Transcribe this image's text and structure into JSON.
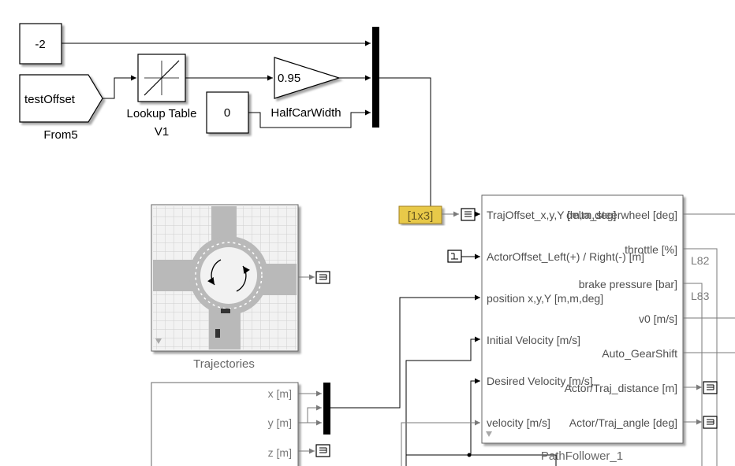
{
  "blocks": {
    "constant_neg2": {
      "value": "-2"
    },
    "from_block": {
      "tag": "testOffset",
      "name": "From5"
    },
    "lookup_table": {
      "name_line1": "Lookup Table",
      "name_line2": "V1"
    },
    "gain": {
      "value": "0.95"
    },
    "constant_zero": {
      "value": "0"
    },
    "half_car_width_label": "HalfCarWidth",
    "signal_dim_label": "[1x3]",
    "trajectories": {
      "name": "Trajectories"
    },
    "path_follower": {
      "name": "PathFollower_1",
      "inputs": [
        "TrajOffset_x,y,Y [m,m,deg]",
        "ActorOffset_Left(+) / Right(-) [m]",
        "position x,y,Y [m,m,deg]",
        "Initial Velocity [m/s]",
        "Desired Velocity [m/s]",
        "velocity [m/s]"
      ],
      "outputs": [
        "delta_steerwheel [deg]",
        "throttle [%]",
        "brake pressure [bar]",
        "v0 [m/s]",
        "Auto_GearShift",
        "Actor/Traj_distance [m]",
        "Actor/Traj_angle [deg]"
      ]
    },
    "xyz_block": {
      "ports": [
        "x [m]",
        "y [m]",
        "z [m]"
      ]
    },
    "line_labels": [
      "L82",
      "L83"
    ]
  }
}
